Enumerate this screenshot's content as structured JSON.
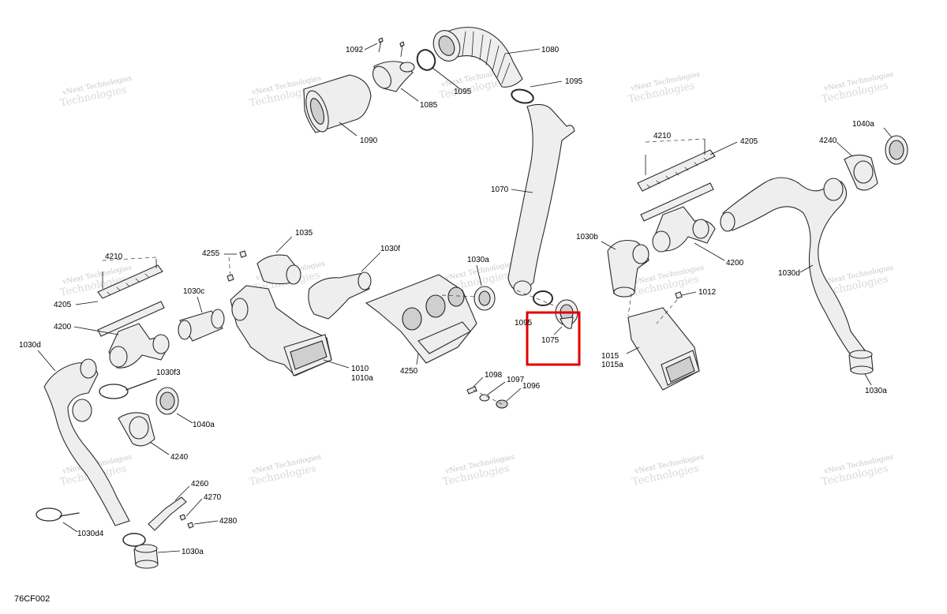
{
  "drawing_id": "76CF002",
  "watermark": {
    "line1": "vNext Technologies",
    "line2": "Technologies"
  },
  "labels": {
    "l1092": "1092",
    "l1080": "1080",
    "l1095a": "1095",
    "l1095b": "1095",
    "l1095c": "1095",
    "l1085": "1085",
    "l1090": "1090",
    "l1070": "1070",
    "l1075": "1075",
    "l4210a": "4210",
    "l4205a": "4205",
    "l1040a_a": "1040a",
    "l4240a": "4240",
    "l1030b": "1030b",
    "l4200a": "4200",
    "l1030d_a": "1030d",
    "l1012": "1012",
    "l1015": "1015",
    "l1015a": "1015a",
    "l1030a_a": "1030a",
    "l4255": "4255",
    "l1035": "1035",
    "l1030f": "1030f",
    "l1030a_b": "1030a",
    "l4210b": "4210",
    "l4205b": "4205",
    "l4200b": "4200",
    "l1030c": "1030c",
    "l1010": "1010",
    "l1010a": "1010a",
    "l4250": "4250",
    "l1030d_b": "1030d",
    "l1030f3": "1030f3",
    "l1040a_b": "1040a",
    "l4240b": "4240",
    "l1098": "1098",
    "l1097": "1097",
    "l1096": "1096",
    "l4260": "4260",
    "l4270": "4270",
    "l4280": "4280",
    "l1030d4": "1030d4",
    "l1030a_c": "1030a"
  },
  "highlight": {
    "part": "1075",
    "color": "#e00000"
  },
  "colors": {
    "line": "#2a2a2a",
    "fill": "#eeeeee",
    "watermark": "#c8c8c8"
  }
}
